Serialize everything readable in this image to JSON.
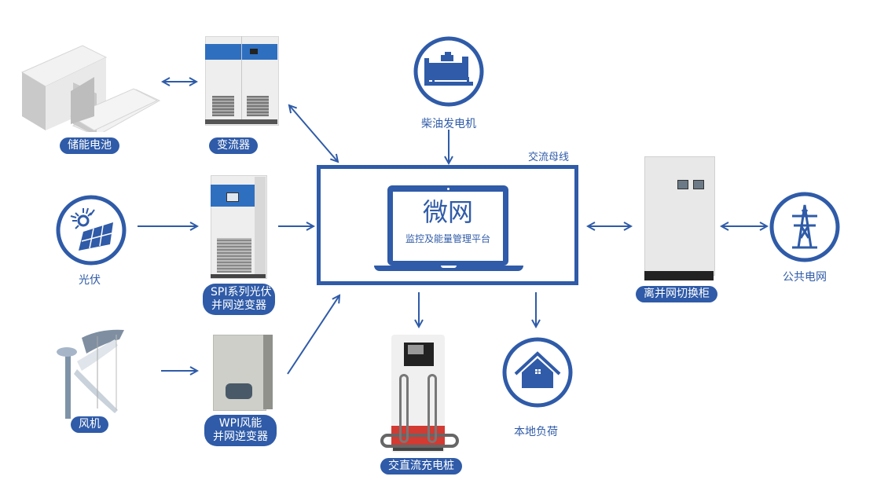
{
  "diagram": {
    "accent_color": "#2f5ba8",
    "center": {
      "title": "微网",
      "subtitle": "监控及能量管理平台",
      "bus_label": "交流母线"
    },
    "nodes": [
      {
        "id": "battery",
        "label": "储能电池",
        "style": "pill",
        "icon": "battery-cabinet-image"
      },
      {
        "id": "converter",
        "label": "变流器",
        "style": "pill",
        "icon": "converter-cabinet-image"
      },
      {
        "id": "diesel",
        "label": "柴油发电机",
        "style": "plain",
        "icon": "diesel-generator-icon"
      },
      {
        "id": "pv",
        "label": "光伏",
        "style": "plain",
        "icon": "solar-panel-icon"
      },
      {
        "id": "spi",
        "label_line1": "SPI系列光伏",
        "label_line2": "并网逆变器",
        "style": "pill",
        "icon": "pv-inverter-image"
      },
      {
        "id": "wind",
        "label": "风机",
        "style": "pill",
        "icon": "wind-turbine-image"
      },
      {
        "id": "wpi",
        "label_line1": "WPI风能",
        "label_line2": "并网逆变器",
        "style": "pill",
        "icon": "wind-inverter-image"
      },
      {
        "id": "charger",
        "label": "交直流充电桩",
        "style": "pill",
        "icon": "ev-charger-image"
      },
      {
        "id": "load",
        "label": "本地负荷",
        "style": "plain",
        "icon": "house-icon"
      },
      {
        "id": "switch",
        "label": "离并网切换柜",
        "style": "pill",
        "icon": "switch-cabinet-image"
      },
      {
        "id": "grid",
        "label": "公共电网",
        "style": "plain",
        "icon": "power-tower-icon"
      }
    ],
    "edges": [
      {
        "from": "battery",
        "to": "converter",
        "direction": "both"
      },
      {
        "from": "converter",
        "to": "center",
        "direction": "both"
      },
      {
        "from": "diesel",
        "to": "center",
        "direction": "forward"
      },
      {
        "from": "pv",
        "to": "spi",
        "direction": "forward"
      },
      {
        "from": "spi",
        "to": "center",
        "direction": "forward"
      },
      {
        "from": "wind",
        "to": "wpi",
        "direction": "forward"
      },
      {
        "from": "wpi",
        "to": "center",
        "direction": "forward"
      },
      {
        "from": "center",
        "to": "charger",
        "direction": "forward"
      },
      {
        "from": "center",
        "to": "load",
        "direction": "forward"
      },
      {
        "from": "center",
        "to": "switch",
        "direction": "both"
      },
      {
        "from": "switch",
        "to": "grid",
        "direction": "both"
      }
    ]
  }
}
